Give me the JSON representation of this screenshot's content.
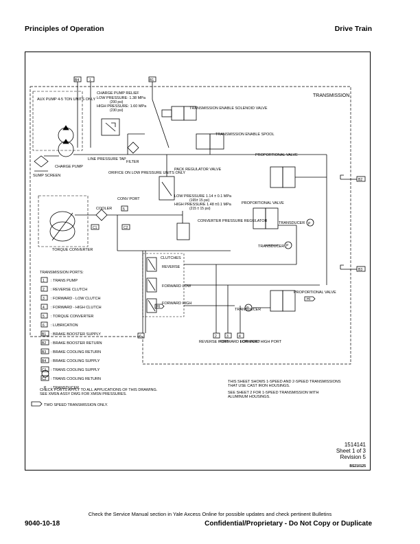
{
  "header": {
    "section": "Principles of Operation",
    "chapter": "Drive Train"
  },
  "diagram": {
    "transmission_label": "TRANSMISSION",
    "aux_pump_note": "AUX PUMP 4-5 TON UNITS ONLY",
    "charge_pump_relief": "CHARGE PUMP RELIEF",
    "low_pressure_relief": "LOW PRESSURE: 1.38 MPa",
    "low_pressure_relief_psi": "(200 psi)",
    "high_pressure_relief": "HIGH PRESSURE: 1.60 MPa",
    "high_pressure_relief_psi": "(230 psi)",
    "solenoid_valve": "TRANSMISSION ENABLE SOLENOID VALVE",
    "enable_spool": "TRANSMISSION ENABLE SPOOL",
    "line_pressure_tap": "LINE PRESSURE TAP",
    "filter": "FILTER",
    "charge_pump": "CHARGE PUMP",
    "sump_screen": "SUMP SCREEN",
    "orifice": "ORIFICE ON LOW PRESSURE UNITS ONLY",
    "pack_regulator": "PACK REGULATOR VALVE",
    "pack_low": "LOW PRESSURE 1.14 ± 0.1 MPa",
    "pack_low_psi": "(165± 15 psi)",
    "pack_high": "HIGH PRESSURE 1.48 ±0.1 MPa",
    "pack_high_psi": "(215 ± 15 psi)",
    "conv_port": "CONV PORT",
    "cooler": "COOLER",
    "torque_converter": "TORQUE CONVERTER",
    "converter_regulator": "CONVERTER PRESSURE REGULATOR",
    "proportional_valve": "PROPORTIONAL VALVE",
    "transducer": "TRANSDUCER",
    "clutches": "CLUTCHES",
    "reverse": "REVERSE",
    "forward_low": "FORWARD LOW",
    "forward_high": "FORWARD HIGH",
    "proportional_valve_ctr": "PROPORTIONAL VALVE",
    "reverse_port": "REVERSE PORT",
    "forward_low_port": "FORWARD LOW PORT",
    "forward_high_port": "FORWARD HIGH PORT",
    "ports_title": "TRANSMISSION PORTS:",
    "ports": [
      {
        "code": "1",
        "desc": ": TRANS PUMP"
      },
      {
        "code": "2",
        "desc": ": REVERSE CLUTCH"
      },
      {
        "code": "3",
        "desc": ": FORWARD - LOW CLUTCH"
      },
      {
        "code": "4",
        "desc": ": FORWARD - HIGH CLUTCH"
      },
      {
        "code": "5",
        "desc": ": TORQUE CONVERTER"
      },
      {
        "code": "6",
        "desc": ": LUBRICATION"
      },
      {
        "code": "B1",
        "desc": ": BRAKE BOOSTER SUPPLY"
      },
      {
        "code": "B2",
        "desc": ": BRAKE BOOSTER RETURN"
      },
      {
        "code": "B3",
        "desc": ": BRAKE COOLING RETURN"
      },
      {
        "code": "B4",
        "desc": ": BRAKE COOLING SUPPLY"
      },
      {
        "code": "C1",
        "desc": ": TRANS COOLING SUPPLY"
      },
      {
        "code": "C2",
        "desc": ": TRANS COOLING RETURN"
      },
      {
        "code": "P",
        "desc": ": TRANSDUCER"
      }
    ],
    "check_ports_1": "CHECK PORTS APPLY TO ALL APPLICATIONS OF THIS DRAWING.",
    "check_ports_2": "SEE XMSN ASSY DWG FOR XMSN PRESSURES.",
    "two_speed_only": "TWO SPEED TRANSMISSION ONLY.",
    "sheet_note_1": "THIS SHEET SHOWS 1-SPEED AND 2-SPEED TRANSMISSIONS",
    "sheet_note_2": "THAT USE CAST IRON HOUSINGS.",
    "sheet_note_3": "SEE SHEET 2 FOR 1-SPEED TRANSMISSION WITH",
    "sheet_note_4": "ALUMINUM HOUSINGS.",
    "drawing_number": "1514141",
    "sheet": "Sheet 1 of 3",
    "revision": "Revision 5",
    "image_code": "BS210125",
    "tags": {
      "b4": "B4",
      "p1": "1",
      "b1": "B1",
      "b2": "B2",
      "b3": "B3",
      "p5": "5",
      "c1": "C1",
      "c2": "C2",
      "p6": "6",
      "p2": "2",
      "p3": "3",
      "p4": "4",
      "hi": "HI",
      "p": "P"
    }
  },
  "footer": {
    "note": "Check the Service Manual section in Yale Axcess Online for possible updates and check pertinent Bulletins",
    "doc_number": "9040-10-18",
    "confidential": "Confidential/Proprietary - Do Not Copy or Duplicate"
  }
}
